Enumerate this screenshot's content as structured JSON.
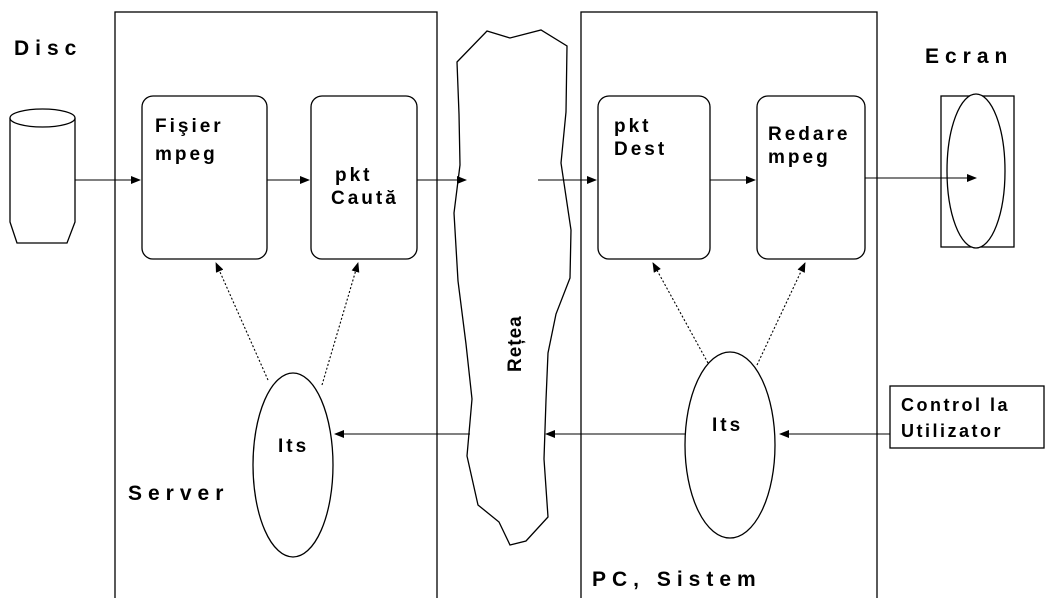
{
  "labels": {
    "disc": "Disc",
    "ecran": "Ecran",
    "server": "Server",
    "pc_sistem": "PC, Sistem",
    "retea": "Rețea",
    "fisier_line1": "Fişier",
    "fisier_line2": "mpeg",
    "pkt_cauta_line1": "pkt",
    "pkt_cauta_line2": "Caută",
    "pkt_dest_line1": "pkt",
    "pkt_dest_line2": "Dest",
    "redare_line1": "Redare",
    "redare_line2": "mpeg",
    "its_server": "Its",
    "its_pc": "Its",
    "control_line1": "Control la",
    "control_line2": "Utilizator"
  },
  "colors": {
    "stroke": "#000000",
    "fill": "#ffffff",
    "text": "#000000"
  }
}
